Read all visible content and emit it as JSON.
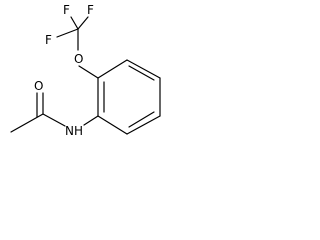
{
  "molecule": {
    "atoms": {
      "f_top_left": "F",
      "f_top_right": "F",
      "f_left": "F",
      "oxygen_ether": "O",
      "oxygen_carbonyl": "O",
      "nh": "NH"
    }
  }
}
